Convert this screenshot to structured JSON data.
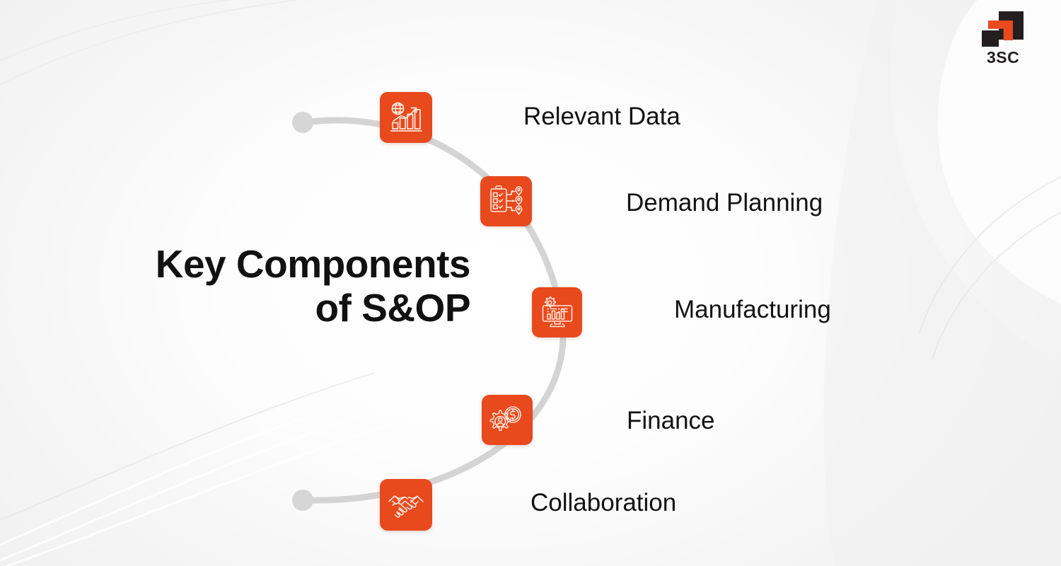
{
  "theme": {
    "accent_orange": "#e8491d",
    "arc_gray": "#d4d4d4",
    "text_dark": "#121212",
    "logo_dark": "#231f20",
    "background": "#f6f6f6"
  },
  "title": {
    "line1": "Key Components",
    "line2": "of S&OP"
  },
  "logo": {
    "text": "3SC"
  },
  "components": [
    {
      "id": "relevant-data",
      "label": "Relevant Data",
      "icon": "globe-bar-chart-growth-icon"
    },
    {
      "id": "demand-planning",
      "label": "Demand Planning",
      "icon": "clipboard-checklist-location-pins-icon"
    },
    {
      "id": "manufacturing",
      "label": "Manufacturing",
      "icon": "monitor-gear-dashboard-icon"
    },
    {
      "id": "finance",
      "label": "Finance",
      "icon": "gear-person-dollar-coin-icon"
    },
    {
      "id": "collaboration",
      "label": "Collaboration",
      "icon": "handshake-icon"
    }
  ]
}
